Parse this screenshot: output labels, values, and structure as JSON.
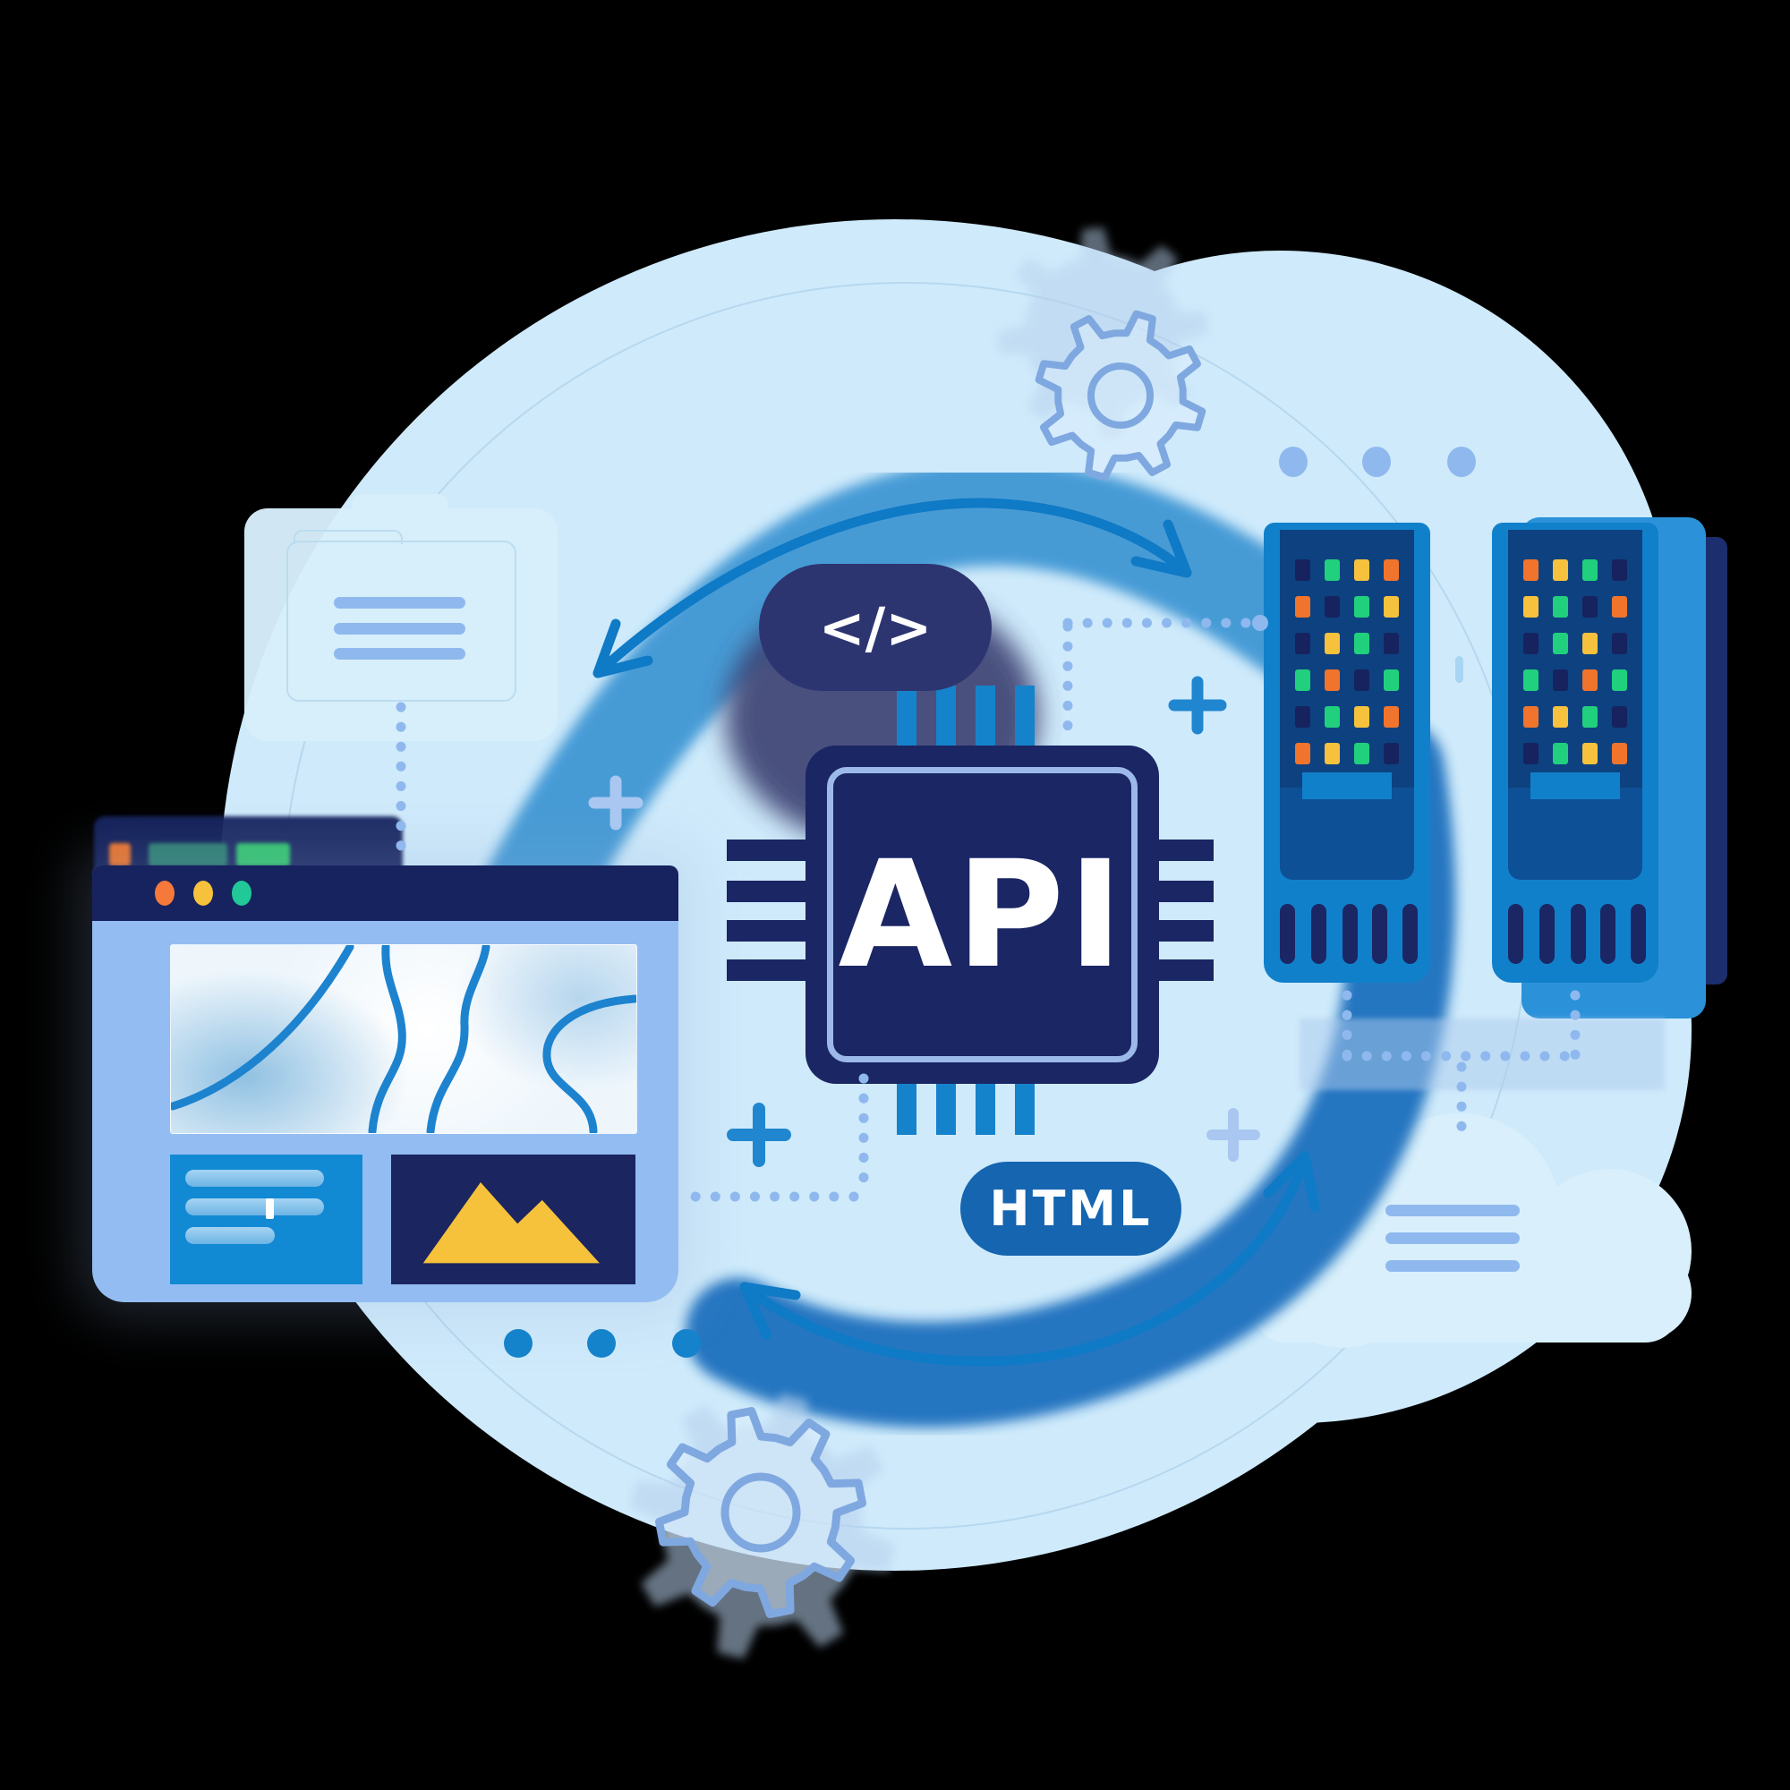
{
  "title": "API data integration illustration",
  "chip": {
    "label": "API"
  },
  "badges": {
    "code_label": "</>",
    "html_label": "HTML"
  },
  "colors": {
    "background": "#000000",
    "blob": "#cfeafb",
    "soft_card": "#d7eefb",
    "soft_card_line": "#bcdcef",
    "cloud": "#d9effb",
    "navy": "#1b2664",
    "chip_inner_stroke": "#9cb9ea",
    "pin_blue": "#1583cb",
    "code_badge_bg": "#2d3571",
    "code_badge_halo": "#3a4071",
    "html_badge_bg": "#1565b0",
    "swoosh_top": "#3f97d4",
    "swoosh_bottom": "#1a6fbe",
    "arrow": "#0f7ac6",
    "periwinkle": "#8fb9ee",
    "plus_blue": "#1f86cf",
    "gear_line": "#7fa8e0",
    "gear_silhouette": "#b7d0ec",
    "browser_topbar": "#16235e",
    "browser_body": "#93bdf2",
    "map_line": "#1d83cf",
    "text_block": "#1289d3",
    "image_block": "#1b2560",
    "mountain": "#f6c23c",
    "server_frame": "#1180cb",
    "server_panel": "#0e4180",
    "server_drawer": "#0d5096",
    "server_backdrop": "#2b92d9",
    "server_edge": "#1c2e6e"
  },
  "browser": {
    "traffic_lights": [
      "#f4793b",
      "#f6c13c",
      "#20c997"
    ]
  },
  "servers": {
    "led_palette": {
      "n": "#16235e",
      "g": "#21d07d",
      "y": "#f6c13c",
      "o": "#f0742c"
    },
    "towers": [
      {
        "leds": [
          [
            "n",
            "g",
            "y",
            "o"
          ],
          [
            "o",
            "n",
            "g",
            "y"
          ],
          [
            "n",
            "y",
            "g",
            "n"
          ],
          [
            "g",
            "o",
            "n",
            "g"
          ],
          [
            "n",
            "g",
            "y",
            "o"
          ],
          [
            "o",
            "y",
            "g",
            "n"
          ]
        ]
      },
      {
        "leds": [
          [
            "o",
            "y",
            "g",
            "n"
          ],
          [
            "y",
            "g",
            "n",
            "o"
          ],
          [
            "n",
            "g",
            "y",
            "n"
          ],
          [
            "g",
            "n",
            "o",
            "g"
          ],
          [
            "o",
            "y",
            "g",
            "n"
          ],
          [
            "n",
            "g",
            "y",
            "o"
          ]
        ]
      }
    ]
  },
  "icons": [
    "code-badge-icon",
    "html-badge-icon",
    "chip-icon",
    "folder-icon",
    "cloud-icon",
    "gear-icon",
    "server-icon",
    "browser-icon",
    "map-icon",
    "mountain-icon",
    "arrow-icon",
    "plus-icon",
    "traffic-light-icons",
    "dotted-connector"
  ]
}
